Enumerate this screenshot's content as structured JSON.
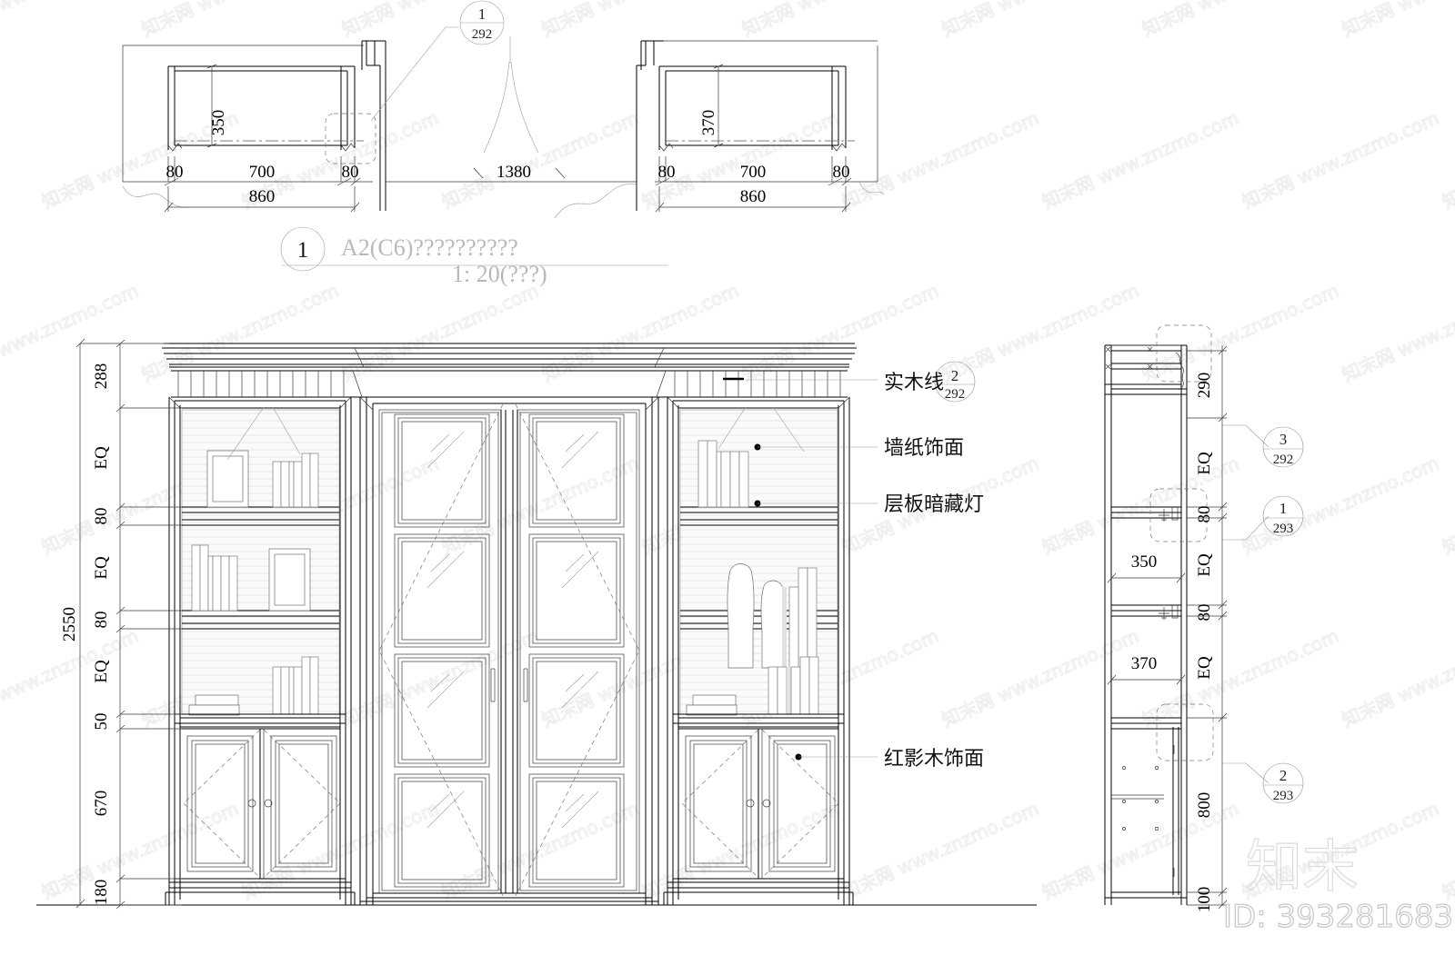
{
  "drawing": {
    "title_block": {
      "bubble_number": "1",
      "name_line": "A2(C6)??????????",
      "scale_line": "1: 20(???)"
    },
    "watermark": {
      "logo": "知末",
      "id": "ID: 393281683",
      "tiled_text": "知末网 www.znzmo.com"
    }
  },
  "plan_detail": {
    "left": {
      "depth": "350",
      "dims": [
        "80",
        "700",
        "80"
      ],
      "overall": "860"
    },
    "right": {
      "depth": "370",
      "dims": [
        "80",
        "700",
        "80"
      ],
      "overall": "860"
    },
    "center_opening": "1380",
    "bubble": {
      "num": "1",
      "den": "292"
    }
  },
  "elevation": {
    "overall_height": "2550",
    "left_dim_chain": [
      "288",
      "EQ",
      "80",
      "EQ",
      "80",
      "EQ",
      "50",
      "670",
      "180"
    ],
    "callouts": [
      {
        "label": "实木线",
        "bubble": {
          "num": "2",
          "den": "292"
        }
      },
      {
        "label": "墙纸饰面",
        "bubble": null
      },
      {
        "label": "层板暗藏灯",
        "bubble": null
      },
      {
        "label": "红影木饰面",
        "bubble": null
      }
    ]
  },
  "section": {
    "dim_chain_right": [
      "290",
      "EQ",
      "80",
      "EQ",
      "80",
      "EQ",
      "800",
      "100"
    ],
    "interior_dims": [
      "350",
      "370"
    ],
    "bubbles": [
      {
        "num": "3",
        "den": "292"
      },
      {
        "num": "1",
        "den": "293"
      },
      {
        "num": "2",
        "den": "293"
      }
    ]
  }
}
